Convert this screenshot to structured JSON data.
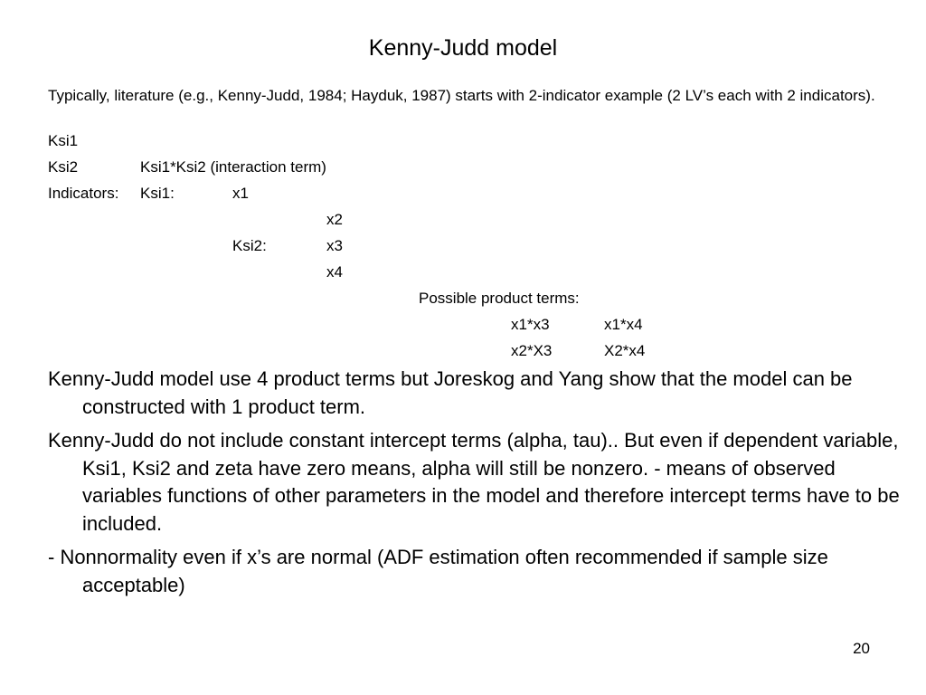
{
  "slide": {
    "title": "Kenny-Judd model",
    "intro": "Typically, literature (e.g., Kenny-Judd, 1984; Hayduk, 1987) starts with 2-indicator example (2 LV’s each with 2 indicators).",
    "ksi1": "Ksi1",
    "ksi2": "Ksi2",
    "interaction": "Ksi1*Ksi2 (interaction term)",
    "indicators_label": "Indicators:",
    "ksi1_label": "Ksi1:",
    "x1": "x1",
    "x2": "x2",
    "ksi2_label": "Ksi2:",
    "x3": "x3",
    "x4": "x4",
    "possible_label": "Possible product terms:",
    "prod_1_1": "x1*x3",
    "prod_1_2": "x1*x4",
    "prod_2_1": "x2*X3",
    "prod_2_2": "X2*x4",
    "para1": "Kenny-Judd model use 4 product terms but Joreskog and Yang show that the model can be constructed with 1 product term.",
    "para2": "Kenny-Judd do not include constant intercept terms (alpha, tau).. But even if dependent variable, Ksi1, Ksi2 and zeta have zero means, alpha will still be nonzero.  - means of observed variables functions of other parameters in the model and therefore intercept terms have to be included.",
    "para3": "- Nonnormality even if x’s are normal (ADF estimation often recommended if sample size acceptable)",
    "page_number": "20"
  }
}
